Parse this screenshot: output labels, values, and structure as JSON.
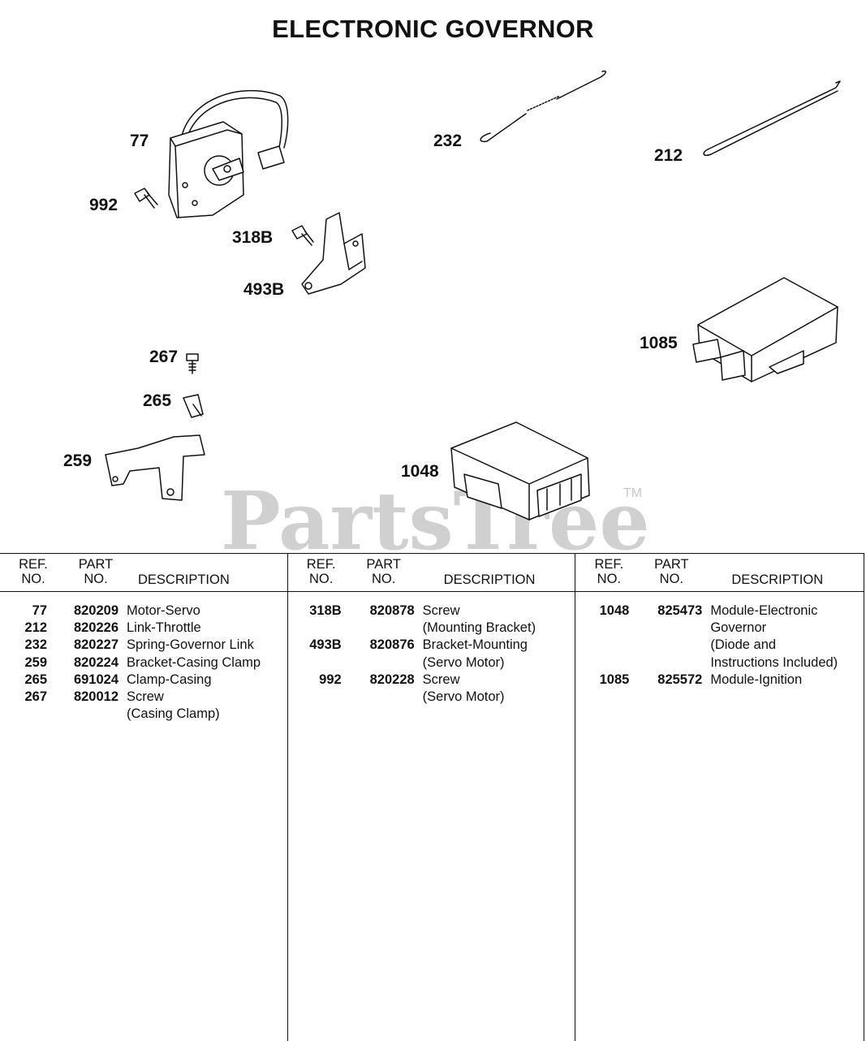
{
  "title": "ELECTRONIC GOVERNOR",
  "watermark": {
    "text": "PartsTree",
    "trademark": "TM",
    "color": "#d0d0d0"
  },
  "callouts": {
    "c77": "77",
    "c992": "992",
    "c318b": "318B",
    "c493b": "493B",
    "c232": "232",
    "c212": "212",
    "c267": "267",
    "c265": "265",
    "c259": "259",
    "c1085": "1085",
    "c1048": "1048"
  },
  "table": {
    "headers": {
      "ref": [
        "REF.",
        "NO."
      ],
      "part": [
        "PART",
        "NO."
      ],
      "description": "DESCRIPTION"
    },
    "columns": [
      [
        {
          "ref": "77",
          "part": "820209",
          "desc": [
            "Motor-Servo"
          ]
        },
        {
          "ref": "212",
          "part": "820226",
          "desc": [
            "Link-Throttle"
          ]
        },
        {
          "ref": "232",
          "part": "820227",
          "desc": [
            "Spring-Governor Link"
          ]
        },
        {
          "ref": "259",
          "part": "820224",
          "desc": [
            "Bracket-Casing Clamp"
          ]
        },
        {
          "ref": "265",
          "part": "691024",
          "desc": [
            "Clamp-Casing"
          ]
        },
        {
          "ref": "267",
          "part": "820012",
          "desc": [
            "Screw",
            "(Casing Clamp)"
          ]
        }
      ],
      [
        {
          "ref": "318B",
          "part": "820878",
          "desc": [
            "Screw",
            "(Mounting Bracket)"
          ]
        },
        {
          "ref": "493B",
          "part": "820876",
          "desc": [
            "Bracket-Mounting",
            "(Servo Motor)"
          ]
        },
        {
          "ref": "992",
          "part": "820228",
          "desc": [
            "Screw",
            "(Servo Motor)"
          ]
        }
      ],
      [
        {
          "ref": "1048",
          "part": "825473",
          "desc": [
            "Module-Electronic",
            "Governor",
            "(Diode and",
            "Instructions Included)"
          ]
        },
        {
          "ref": "1085",
          "part": "825572",
          "desc": [
            "Module-Ignition"
          ]
        }
      ]
    ]
  }
}
